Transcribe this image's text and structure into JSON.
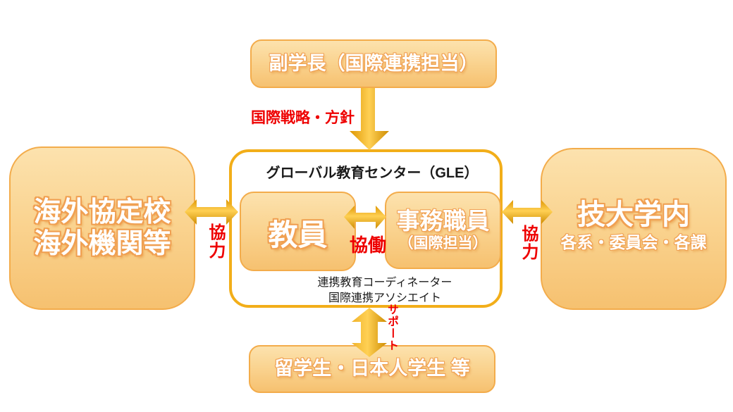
{
  "diagram": {
    "top_box": {
      "label": "副学長（国際連携担当）"
    },
    "strategy_arrow": {
      "label": "国際戦略・方針"
    },
    "center_box": {
      "title": "グローバル教育センター（GLE）",
      "faculty": {
        "label": "教員"
      },
      "staff": {
        "label": "事務職員",
        "sublabel": "（国際担当）"
      },
      "collaboration": {
        "label": "協働"
      },
      "coordinators": {
        "line1": "連携教育コーディネーター",
        "line2": "国際連携アソシエイト"
      }
    },
    "left_box": {
      "line1": "海外協定校",
      "line2": "海外機関等"
    },
    "right_box": {
      "line1": "技大学内",
      "line2": "各系・委員会・各課"
    },
    "bottom_box": {
      "label": "留学生・日本人学生 等"
    },
    "cooperation_left": {
      "label": "協力"
    },
    "cooperation_right": {
      "label": "協力"
    },
    "support": {
      "label": "サポート"
    },
    "colors": {
      "box_fill_top": "#FCE2AE",
      "box_fill_bottom": "#F6C170",
      "box_border": "#F3AC4B",
      "center_box_border": "#F2AE19",
      "arrow_edge_dark": "#CE8D02",
      "arrow_center_light": "#FFD054",
      "label_red": "#EE0000",
      "text_white": "#FFFFFF",
      "text_outline_orange": "#F0A052",
      "title_black": "#1A1A1A",
      "background": "#FFFFFF"
    }
  }
}
